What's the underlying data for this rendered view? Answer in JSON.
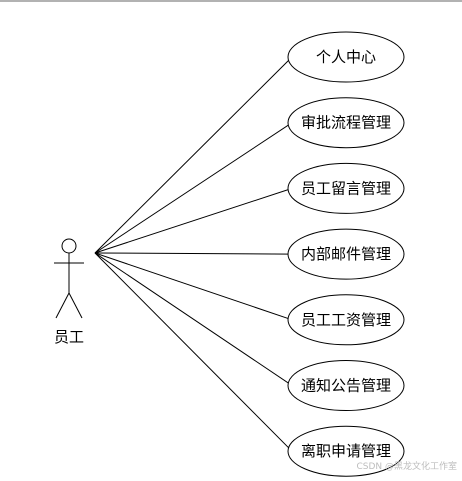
{
  "actor": {
    "label": "员工"
  },
  "use_cases": [
    {
      "label": "个人中心"
    },
    {
      "label": "审批流程管理"
    },
    {
      "label": "员工留言管理"
    },
    {
      "label": "内部邮件管理"
    },
    {
      "label": "员工工资管理"
    },
    {
      "label": "通知公告管理"
    },
    {
      "label": "离职申请管理"
    }
  ],
  "watermark": "CSDN @黑龙文化工作室",
  "colors": {
    "stroke": "#000000",
    "background": "#ffffff",
    "top_border": "#999999",
    "watermark": "#bdbdbd"
  }
}
